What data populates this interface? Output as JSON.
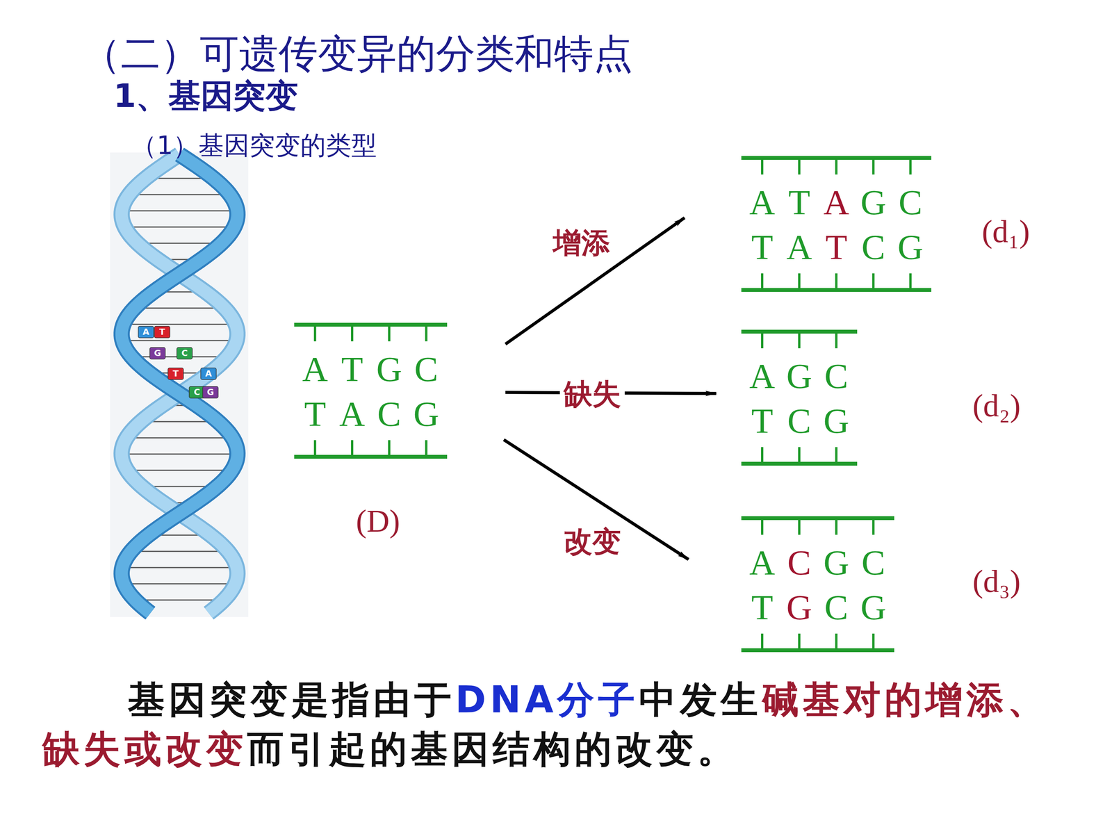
{
  "diagram": {
    "title": "（二）可遗传变异的分类和特点",
    "nodes": [
      {
        "text": [
          "A",
          "T",
          "G",
          "C",
          "T",
          "A",
          "C",
          "G"
        ]
      },
      {
        "text": [
          "A",
          "T",
          "A",
          "G",
          "C",
          "T",
          "A",
          "T",
          "C",
          "G"
        ]
      },
      {
        "text": [
          "A",
          "G",
          "C",
          "T",
          "C",
          "G"
        ]
      },
      {
        "text": [
          "A",
          "C",
          "G",
          "C",
          "T",
          "G",
          "C",
          "G"
        ]
      }
    ],
    "edges": [
      {
        "from": 0,
        "to": 1,
        "arrow": "to",
        "label": "增添"
      },
      {
        "from": 0,
        "to": 2,
        "arrow": "to",
        "label": "缺失"
      },
      {
        "from": 0,
        "to": 3,
        "arrow": "to",
        "label": "改变"
      }
    ],
    "labels": [
      "1、基因突变",
      "（1）基因突变的类型",
      "A",
      "T",
      "G",
      "C",
      "T",
      "A",
      "C",
      "G",
      "(D)",
      "(d₁)",
      "(d₂)",
      "(d₃)",
      "基因突变是指由于",
      "DNA分子",
      "中发生",
      "碱基对的增添、",
      "缺失或改变",
      "而引起的基因结构的改变。"
    ]
  }
}
